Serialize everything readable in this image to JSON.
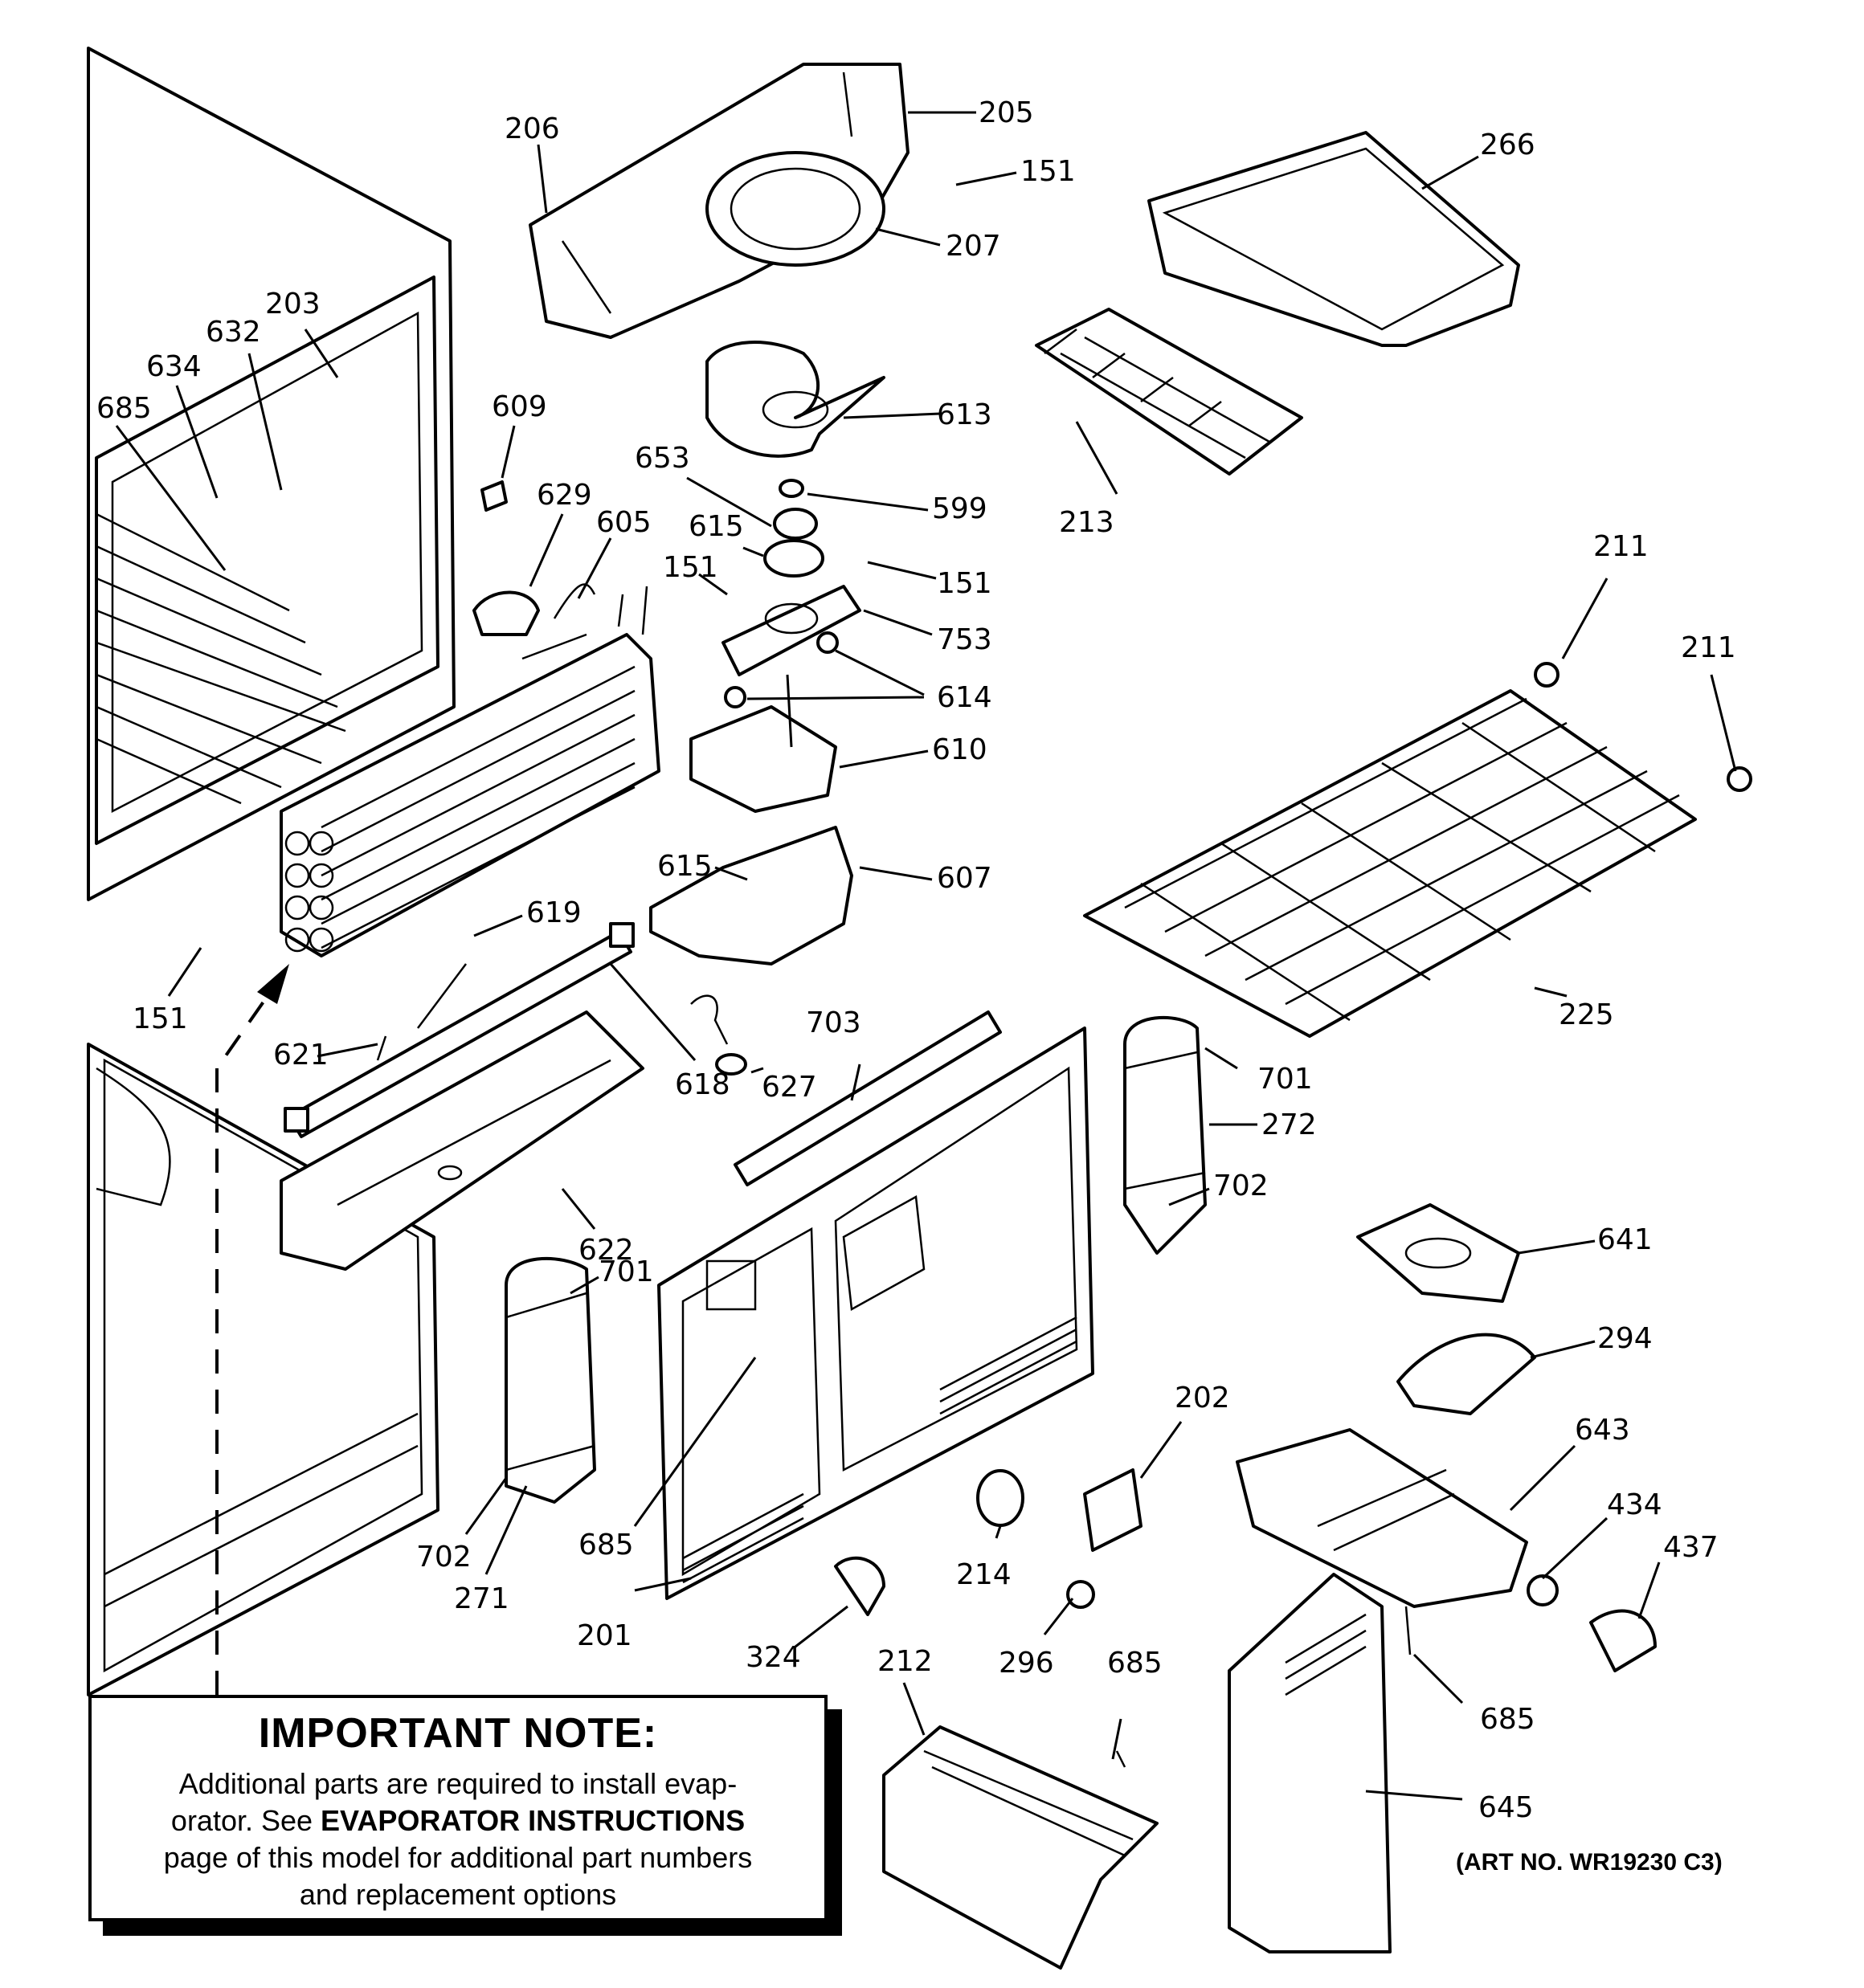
{
  "note": {
    "title": "IMPORTANT NOTE:",
    "line1": "Additional parts are required to install evap-",
    "line2_pre": "orator.  See ",
    "line2_bold": "EVAPORATOR INSTRUCTIONS",
    "line3": "page of this model for additional part numbers",
    "line4": "and replacement options"
  },
  "art_number": "(ART NO. WR19230 C3)",
  "callouts": [
    {
      "id": "c205",
      "text": "205"
    },
    {
      "id": "c206",
      "text": "206"
    },
    {
      "id": "c151a",
      "text": "151"
    },
    {
      "id": "c266",
      "text": "266"
    },
    {
      "id": "c207",
      "text": "207"
    },
    {
      "id": "c203",
      "text": "203"
    },
    {
      "id": "c632",
      "text": "632"
    },
    {
      "id": "c634",
      "text": "634"
    },
    {
      "id": "c685a",
      "text": "685"
    },
    {
      "id": "c609",
      "text": "609"
    },
    {
      "id": "c613",
      "text": "613"
    },
    {
      "id": "c653",
      "text": "653"
    },
    {
      "id": "c599",
      "text": "599"
    },
    {
      "id": "c629",
      "text": "629"
    },
    {
      "id": "c605",
      "text": "605"
    },
    {
      "id": "c615a",
      "text": "615"
    },
    {
      "id": "c213",
      "text": "213"
    },
    {
      "id": "c211a",
      "text": "211"
    },
    {
      "id": "c151b",
      "text": "151"
    },
    {
      "id": "c151c",
      "text": "151"
    },
    {
      "id": "c753",
      "text": "753"
    },
    {
      "id": "c211b",
      "text": "211"
    },
    {
      "id": "c614",
      "text": "614"
    },
    {
      "id": "c610",
      "text": "610"
    },
    {
      "id": "c615b",
      "text": "615"
    },
    {
      "id": "c607",
      "text": "607"
    },
    {
      "id": "c619",
      "text": "619"
    },
    {
      "id": "c151d",
      "text": "151"
    },
    {
      "id": "c225",
      "text": "225"
    },
    {
      "id": "c703",
      "text": "703"
    },
    {
      "id": "c621",
      "text": "621"
    },
    {
      "id": "c618",
      "text": "618"
    },
    {
      "id": "c627",
      "text": "627"
    },
    {
      "id": "c701a",
      "text": "701"
    },
    {
      "id": "c272",
      "text": "272"
    },
    {
      "id": "c702a",
      "text": "702"
    },
    {
      "id": "c622",
      "text": "622"
    },
    {
      "id": "c641",
      "text": "641"
    },
    {
      "id": "c701b",
      "text": "701"
    },
    {
      "id": "c294",
      "text": "294"
    },
    {
      "id": "c202",
      "text": "202"
    },
    {
      "id": "c643",
      "text": "643"
    },
    {
      "id": "c434",
      "text": "434"
    },
    {
      "id": "c437",
      "text": "437"
    },
    {
      "id": "c702b",
      "text": "702"
    },
    {
      "id": "c685b",
      "text": "685"
    },
    {
      "id": "c214",
      "text": "214"
    },
    {
      "id": "c271",
      "text": "271"
    },
    {
      "id": "c201",
      "text": "201"
    },
    {
      "id": "c324",
      "text": "324"
    },
    {
      "id": "c296",
      "text": "296"
    },
    {
      "id": "c212",
      "text": "212"
    },
    {
      "id": "c685c",
      "text": "685"
    },
    {
      "id": "c685d",
      "text": "685"
    },
    {
      "id": "c645",
      "text": "645"
    }
  ]
}
